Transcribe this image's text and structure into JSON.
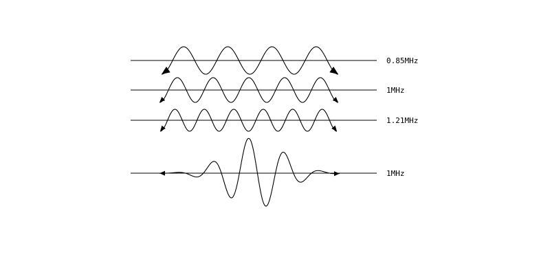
{
  "diagram": {
    "rows": [
      {
        "label": "0.85MHz",
        "kind": "sine",
        "frequency_mhz": 0.85,
        "cycles": 4
      },
      {
        "label": "1MHz",
        "kind": "sine",
        "frequency_mhz": 1,
        "cycles": 5
      },
      {
        "label": "1.21MHz",
        "kind": "sine",
        "frequency_mhz": 1.21,
        "cycles": 6
      },
      {
        "label": "1MHz",
        "kind": "wave-packet",
        "frequency_mhz": 1,
        "cycles": 5
      }
    ],
    "color": "#000000"
  }
}
